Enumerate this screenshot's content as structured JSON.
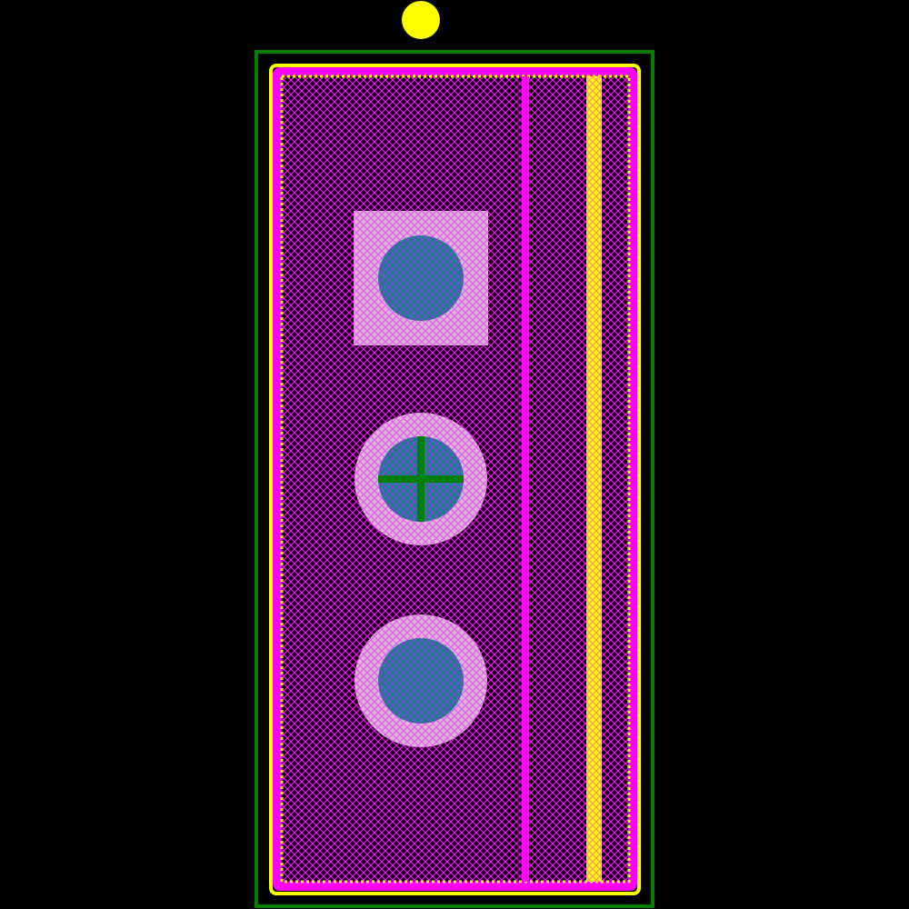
{
  "footprint": {
    "pad_count": 3,
    "pad_shapes": [
      "square",
      "circle",
      "circle"
    ],
    "pin1_marker": "dot"
  },
  "colors": {
    "background": "#000000",
    "courtyard": "#008000",
    "silkscreen": "#ffff00",
    "fab": "#ff00ff",
    "pad": "#c0c0c0",
    "drill": "#008b8b",
    "origin_cross": "#008000"
  }
}
